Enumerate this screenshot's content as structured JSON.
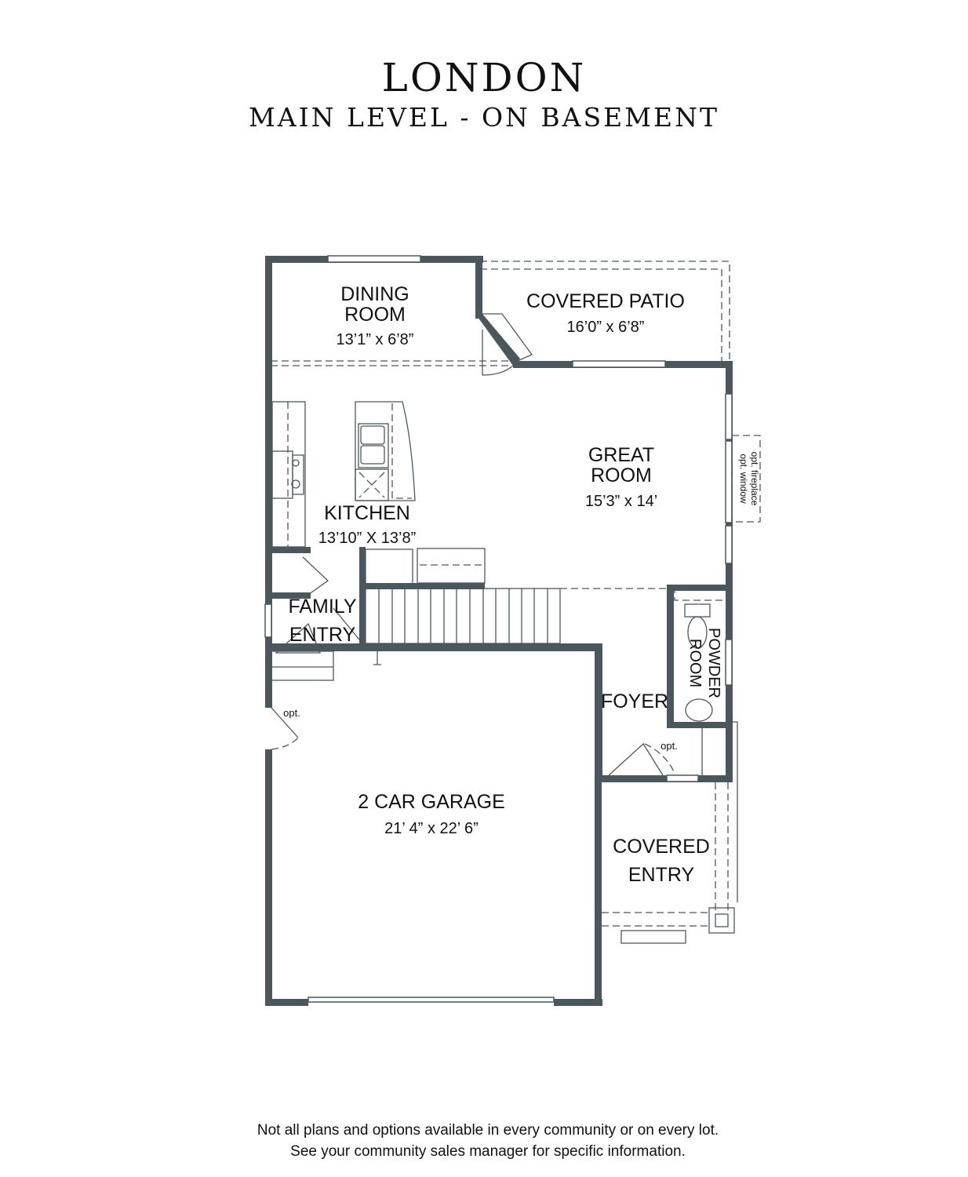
{
  "header": {
    "plan_name": "LONDON",
    "level": "MAIN LEVEL - ON BASEMENT"
  },
  "rooms": {
    "dining": {
      "name_line1": "DINING",
      "name_line2": "ROOM",
      "size": "13’1” x 6’8”"
    },
    "patio": {
      "name": "COVERED PATIO",
      "size": "16’0” x 6’8”"
    },
    "great": {
      "name_line1": "GREAT",
      "name_line2": "ROOM",
      "size": "15’3” x 14’"
    },
    "kitchen": {
      "name": "KITCHEN",
      "size": "13’10” X 13’8”"
    },
    "family_entry": {
      "name_line1": "FAMILY",
      "name_line2": "ENTRY"
    },
    "foyer": {
      "name": "FOYER"
    },
    "powder": {
      "name_line1": "POWDER",
      "name_line2": "ROOM"
    },
    "garage": {
      "name": "2 CAR GARAGE",
      "size": "21’ 4” x 22’ 6”"
    },
    "covered_entry": {
      "name_line1": "COVERED",
      "name_line2": "ENTRY"
    }
  },
  "options": {
    "fireplace": "opt. fireplace",
    "window": "opt. window",
    "garage_door": "opt.",
    "foyer_door": "opt."
  },
  "footer": {
    "line1": "Not all plans and options available in every community or on every lot.",
    "line2": "See your community sales manager for specific information."
  }
}
